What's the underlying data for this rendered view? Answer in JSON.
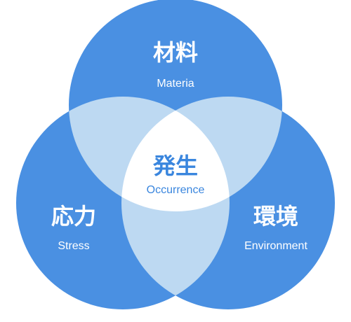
{
  "diagram": {
    "type": "venn-3",
    "colors": {
      "circle": "#4a90e2",
      "overlap_pair": "#bdd9f2",
      "center": "#ffffff",
      "label_on_circle": "#ffffff",
      "label_center": "#3a86de"
    },
    "top": {
      "title": "材料",
      "subtitle": "Materia"
    },
    "left": {
      "title": "応力",
      "subtitle": "Stress"
    },
    "right": {
      "title": "環境",
      "subtitle": "Environment"
    },
    "center": {
      "title": "発生",
      "subtitle": "Occurrence"
    }
  }
}
